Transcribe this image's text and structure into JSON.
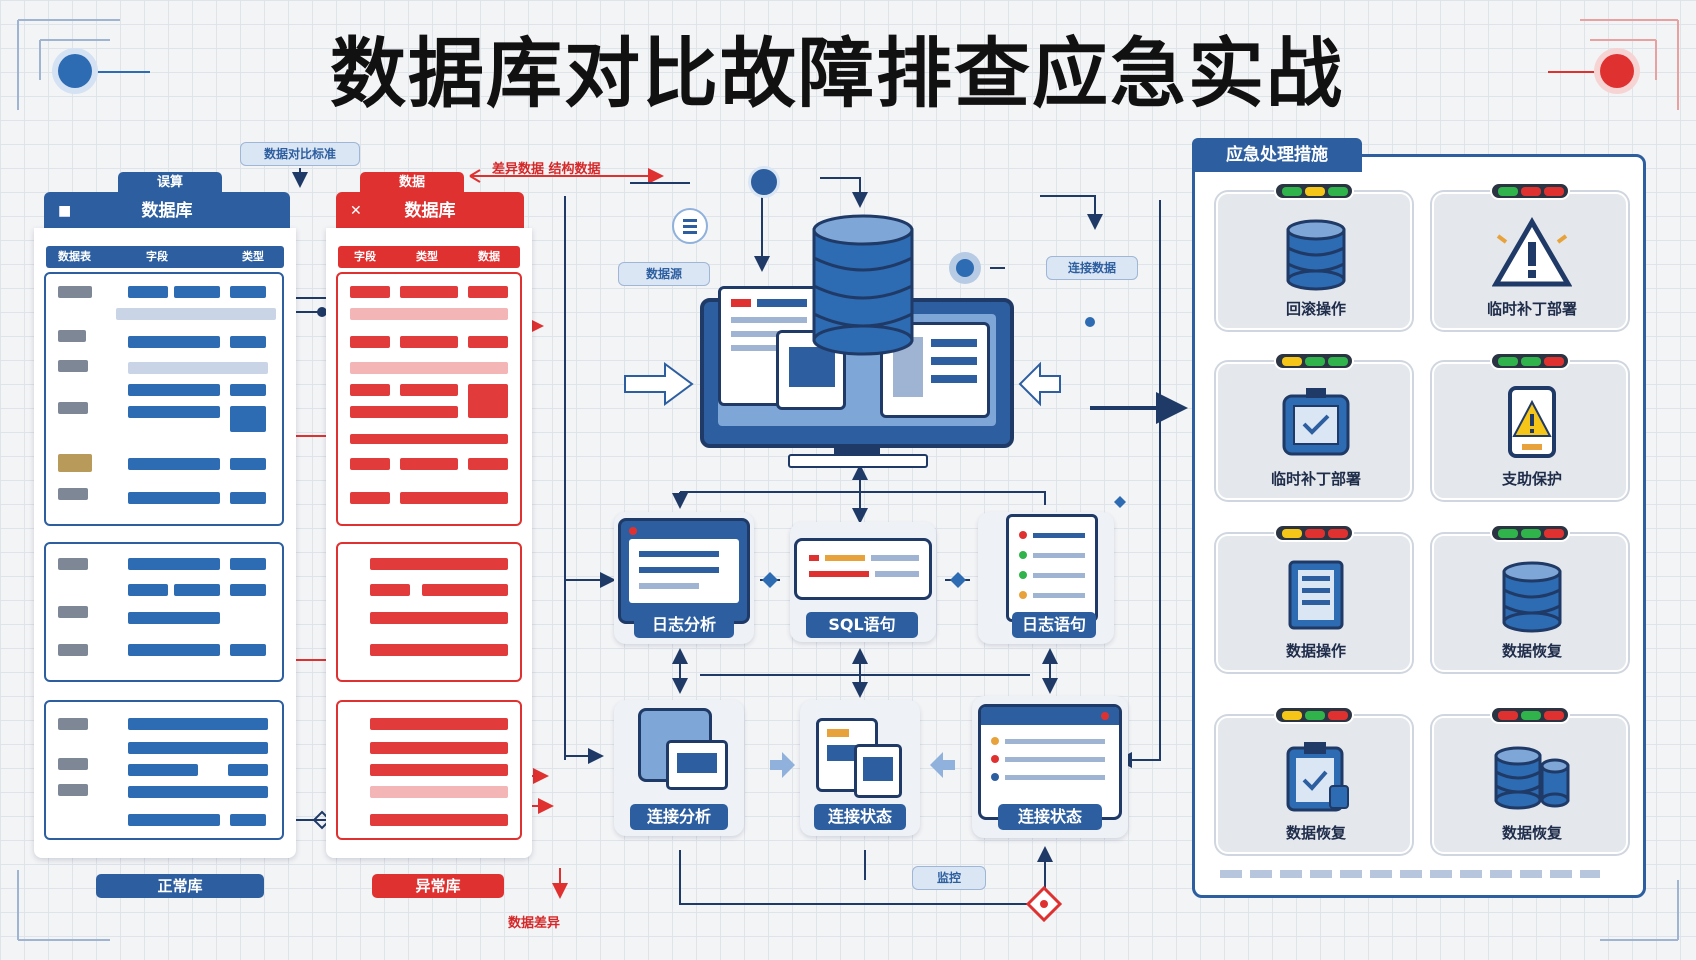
{
  "title": "数据库对比故障排查应急实战",
  "left": {
    "normal": {
      "tag": "误算",
      "header": "数据库",
      "col_headers": [
        "数据表",
        "字段",
        "类型"
      ],
      "footer": "正常库"
    },
    "abnormal": {
      "tag": "数据",
      "header": "数据库",
      "col_headers": [
        "字段",
        "类型",
        "数据"
      ],
      "footer": "异常库"
    },
    "top_label": "数据对比标准",
    "diff_label": "差异数据 结构数据",
    "bottom_label": "数据差异",
    "colors": {
      "blue": "#2d5fa0",
      "red": "#e03131"
    }
  },
  "center": {
    "chip_left": "数据源",
    "chip_right": "连接数据",
    "nodes": {
      "log_analysis": "日志分析",
      "sql_query": "SQL语句",
      "log_sql": "日志语句",
      "conn_analysis": "连接分析",
      "conn_monitor": "连接状态",
      "conn_status": "连接状态"
    },
    "bottom_chip": "监控"
  },
  "right": {
    "title": "应急处理措施",
    "cards": [
      {
        "label": "回滚操作",
        "icon": "database-stack-icon",
        "lights": [
          "#2fb34a",
          "#f5c518",
          "#2fb34a"
        ]
      },
      {
        "label": "临时补丁部署",
        "icon": "warning-triangle-icon",
        "lights": [
          "#2fb34a",
          "#e03131",
          "#e03131"
        ]
      },
      {
        "label": "临时补丁部署",
        "icon": "patch-deploy-icon",
        "lights": [
          "#f5c518",
          "#2fb34a",
          "#2fb34a"
        ]
      },
      {
        "label": "支助保护",
        "icon": "warning-device-icon",
        "lights": [
          "#2fb34a",
          "#2fb34a",
          "#e03131"
        ]
      },
      {
        "label": "数据操作",
        "icon": "document-icon",
        "lights": [
          "#f5c518",
          "#e03131",
          "#e03131"
        ]
      },
      {
        "label": "数据恢复",
        "icon": "database-stack-icon",
        "lights": [
          "#2fb34a",
          "#2fb34a",
          "#e03131"
        ]
      },
      {
        "label": "数据恢复",
        "icon": "clipboard-check-icon",
        "lights": [
          "#f5c518",
          "#2fb34a",
          "#e03131"
        ]
      },
      {
        "label": "数据恢复",
        "icon": "database-replicate-icon",
        "lights": [
          "#e03131",
          "#2fb34a",
          "#e03131"
        ]
      }
    ]
  }
}
